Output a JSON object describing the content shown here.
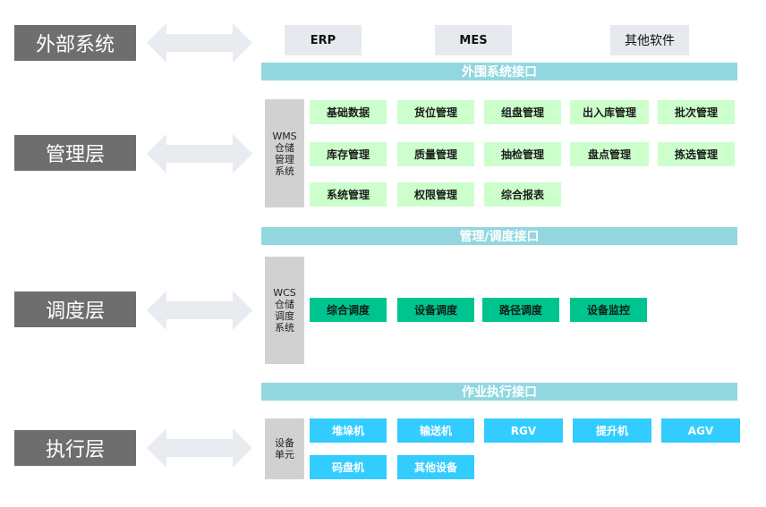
{
  "layers": {
    "external": "外部系统",
    "management": "管理层",
    "dispatch": "调度层",
    "execution": "执行层"
  },
  "external_systems": [
    "ERP",
    "MES",
    "其他软件"
  ],
  "interfaces": {
    "external": "外围系统接口",
    "management_dispatch": "管理/调度接口",
    "job_execution": "作业执行接口"
  },
  "wms": {
    "label": "WMS\n仓储\n管理\n系统",
    "modules": [
      "基础数据",
      "货位管理",
      "组盘管理",
      "出入库管理",
      "批次管理",
      "库存管理",
      "质量管理",
      "抽检管理",
      "盘点管理",
      "拣选管理",
      "系统管理",
      "权限管理",
      "综合报表"
    ]
  },
  "wcs": {
    "label": "WCS\n仓储\n调度\n系统",
    "modules": [
      "综合调度",
      "设备调度",
      "路径调度",
      "设备监控"
    ]
  },
  "equipment": {
    "label": "设备\n单元",
    "modules": [
      "堆垛机",
      "输送机",
      "RGV",
      "提升机",
      "AGV",
      "码盘机",
      "其他设备"
    ]
  },
  "colors": {
    "layer_label_bg": "#6e6e6e",
    "interface_band": "#92d7df",
    "wms_module": "#ccffcc",
    "wcs_module": "#00c48f",
    "equipment_module": "#33ccff",
    "side_label_bg": "#d2d1d2",
    "arrow": "#e8ebef"
  }
}
